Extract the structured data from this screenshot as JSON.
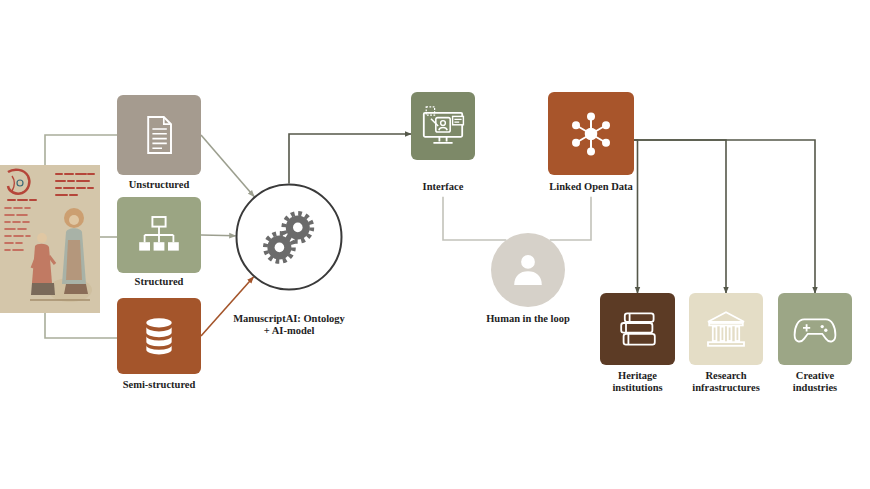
{
  "diagram": {
    "nodes": [
      {
        "text": [
          "Unstructured"
        ]
      },
      {
        "text": [
          "Structured"
        ]
      },
      {
        "text": [
          "Semi-structured"
        ]
      },
      {
        "text": [
          "ManuscriptAI: Ontology + AI-model"
        ]
      },
      {
        "text": [
          "Interface"
        ]
      },
      {
        "text": [
          "Linked Open Data"
        ]
      },
      {
        "text": [
          "Human in the loop"
        ]
      },
      {
        "text": [
          "Heritage institutions"
        ]
      },
      {
        "text": [
          "Research infrastructures"
        ]
      },
      {
        "text": [
          "Creative industries"
        ]
      }
    ],
    "edges": [
      {
        "from": 0,
        "to": 3,
        "arrow": "to"
      },
      {
        "from": 1,
        "to": 3,
        "arrow": "to"
      },
      {
        "from": 2,
        "to": 3,
        "arrow": "to"
      },
      {
        "from": 3,
        "to": 4,
        "arrow": "to"
      },
      {
        "from": 4,
        "to": 6,
        "arrow": "none"
      },
      {
        "from": 6,
        "to": 5,
        "arrow": "none"
      },
      {
        "from": 5,
        "to": 7,
        "arrow": "to"
      },
      {
        "from": 5,
        "to": 8,
        "arrow": "to"
      },
      {
        "from": 5,
        "to": 9,
        "arrow": "to"
      }
    ]
  }
}
